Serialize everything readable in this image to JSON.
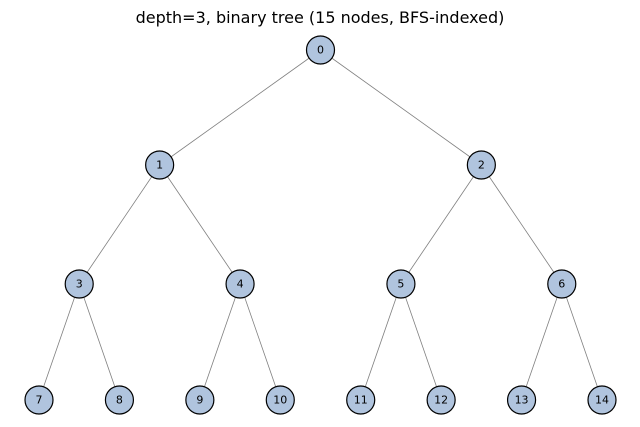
{
  "title": "depth=3, binary tree (15 nodes, BFS-indexed)",
  "colors": {
    "node_fill": "#b0c4de",
    "node_stroke": "#000000",
    "edge": "#808080",
    "label": "#000000"
  },
  "tree": {
    "nodes": [
      {
        "id": 0,
        "label": "0"
      },
      {
        "id": 1,
        "label": "1"
      },
      {
        "id": 2,
        "label": "2"
      },
      {
        "id": 3,
        "label": "3"
      },
      {
        "id": 4,
        "label": "4"
      },
      {
        "id": 5,
        "label": "5"
      },
      {
        "id": 6,
        "label": "6"
      },
      {
        "id": 7,
        "label": "7"
      },
      {
        "id": 8,
        "label": "8"
      },
      {
        "id": 9,
        "label": "9"
      },
      {
        "id": 10,
        "label": "10"
      },
      {
        "id": 11,
        "label": "11"
      },
      {
        "id": 12,
        "label": "12"
      },
      {
        "id": 13,
        "label": "13"
      },
      {
        "id": 14,
        "label": "14"
      }
    ],
    "edges": [
      [
        0,
        1
      ],
      [
        0,
        2
      ],
      [
        1,
        3
      ],
      [
        1,
        4
      ],
      [
        2,
        5
      ],
      [
        2,
        6
      ],
      [
        3,
        7
      ],
      [
        3,
        8
      ],
      [
        4,
        9
      ],
      [
        4,
        10
      ],
      [
        5,
        11
      ],
      [
        5,
        12
      ],
      [
        6,
        13
      ],
      [
        6,
        14
      ]
    ]
  }
}
